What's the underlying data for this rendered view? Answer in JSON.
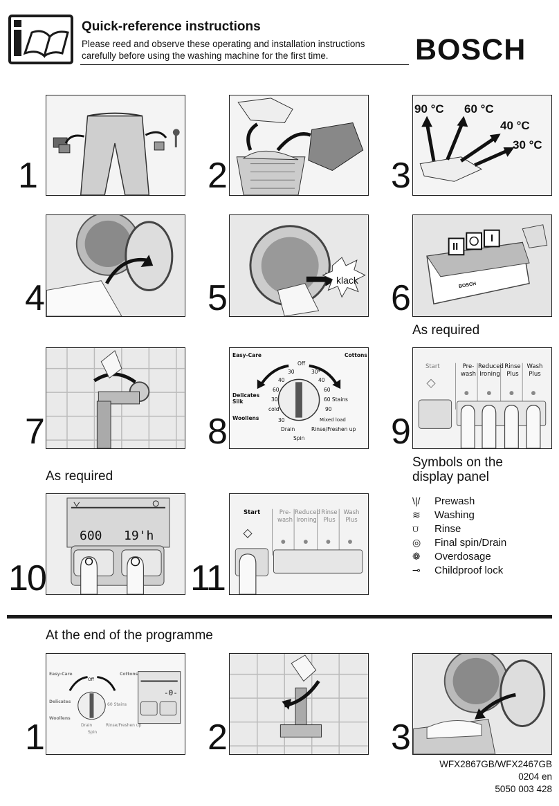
{
  "header": {
    "title": "Quick-reference instructions",
    "subtitle_line1": "Please reed and observe these operating and installation instructions",
    "subtitle_line2": "carefully before using the washing machine for the first time.",
    "brand": "BOSCH"
  },
  "steps": {
    "s1": "1",
    "s2": "2",
    "s3": "3",
    "s4": "4",
    "s5": "5",
    "s6": "6",
    "s7": "7",
    "s8": "8",
    "s9": "9",
    "s10": "10",
    "s11": "11"
  },
  "panel3": {
    "t90": "90 °C",
    "t60": "60 °C",
    "t40": "40 °C",
    "t30": "30 °C"
  },
  "panel5": {
    "klack": "klack"
  },
  "panel6": {
    "bosch": "BOSCH",
    "c2": "II",
    "c1": "I"
  },
  "captions": {
    "as_required_6": "As required",
    "as_required_7": "As required"
  },
  "dial": {
    "easy_care": "Easy-Care",
    "cottons": "Cottons",
    "off": "Off",
    "delicates": "Delicates",
    "silk": "Silk",
    "woollens": "Woollens",
    "cold": "cold",
    "drain": "Drain",
    "spin": "Spin",
    "rinse": "Rinse/Freshen up",
    "mixed": "Mixed load",
    "stains": "60 Stains",
    "l30a": "30",
    "l40a": "40",
    "l60a": "60",
    "l30b": "30",
    "l30c": "30*",
    "l40b": "40",
    "l60b": "60",
    "l90": "90",
    "l30d": "30"
  },
  "buttons_panel": {
    "start": "Start",
    "prewash_1": "Pre-",
    "prewash_2": "wash",
    "reduced_1": "Reduced",
    "reduced_2": "Ironing",
    "rinse_1": "Rinse",
    "rinse_2": "Plus",
    "wash_1": "Wash",
    "wash_2": "Plus"
  },
  "display": {
    "speed": "600",
    "time": "19'h",
    "end": "-0-"
  },
  "symbols": {
    "title_line1": "Symbols on the",
    "title_line2": "display panel",
    "items": [
      {
        "icon": "prewash-icon",
        "label": "Prewash"
      },
      {
        "icon": "washing-icon",
        "label": "Washing"
      },
      {
        "icon": "rinse-icon",
        "label": "Rinse"
      },
      {
        "icon": "final-spin-icon",
        "label": "Final spin/Drain"
      },
      {
        "icon": "overdosage-icon",
        "label": "Overdosage"
      },
      {
        "icon": "childproof-lock-icon",
        "label": "Childproof lock"
      }
    ]
  },
  "end_section": {
    "title": "At the end of the programme",
    "s1": "1",
    "s2": "2",
    "s3": "3"
  },
  "footer": {
    "model": "WFX2867GB/WFX2467GB",
    "version": "0204 en",
    "code": "5050 003 428"
  }
}
